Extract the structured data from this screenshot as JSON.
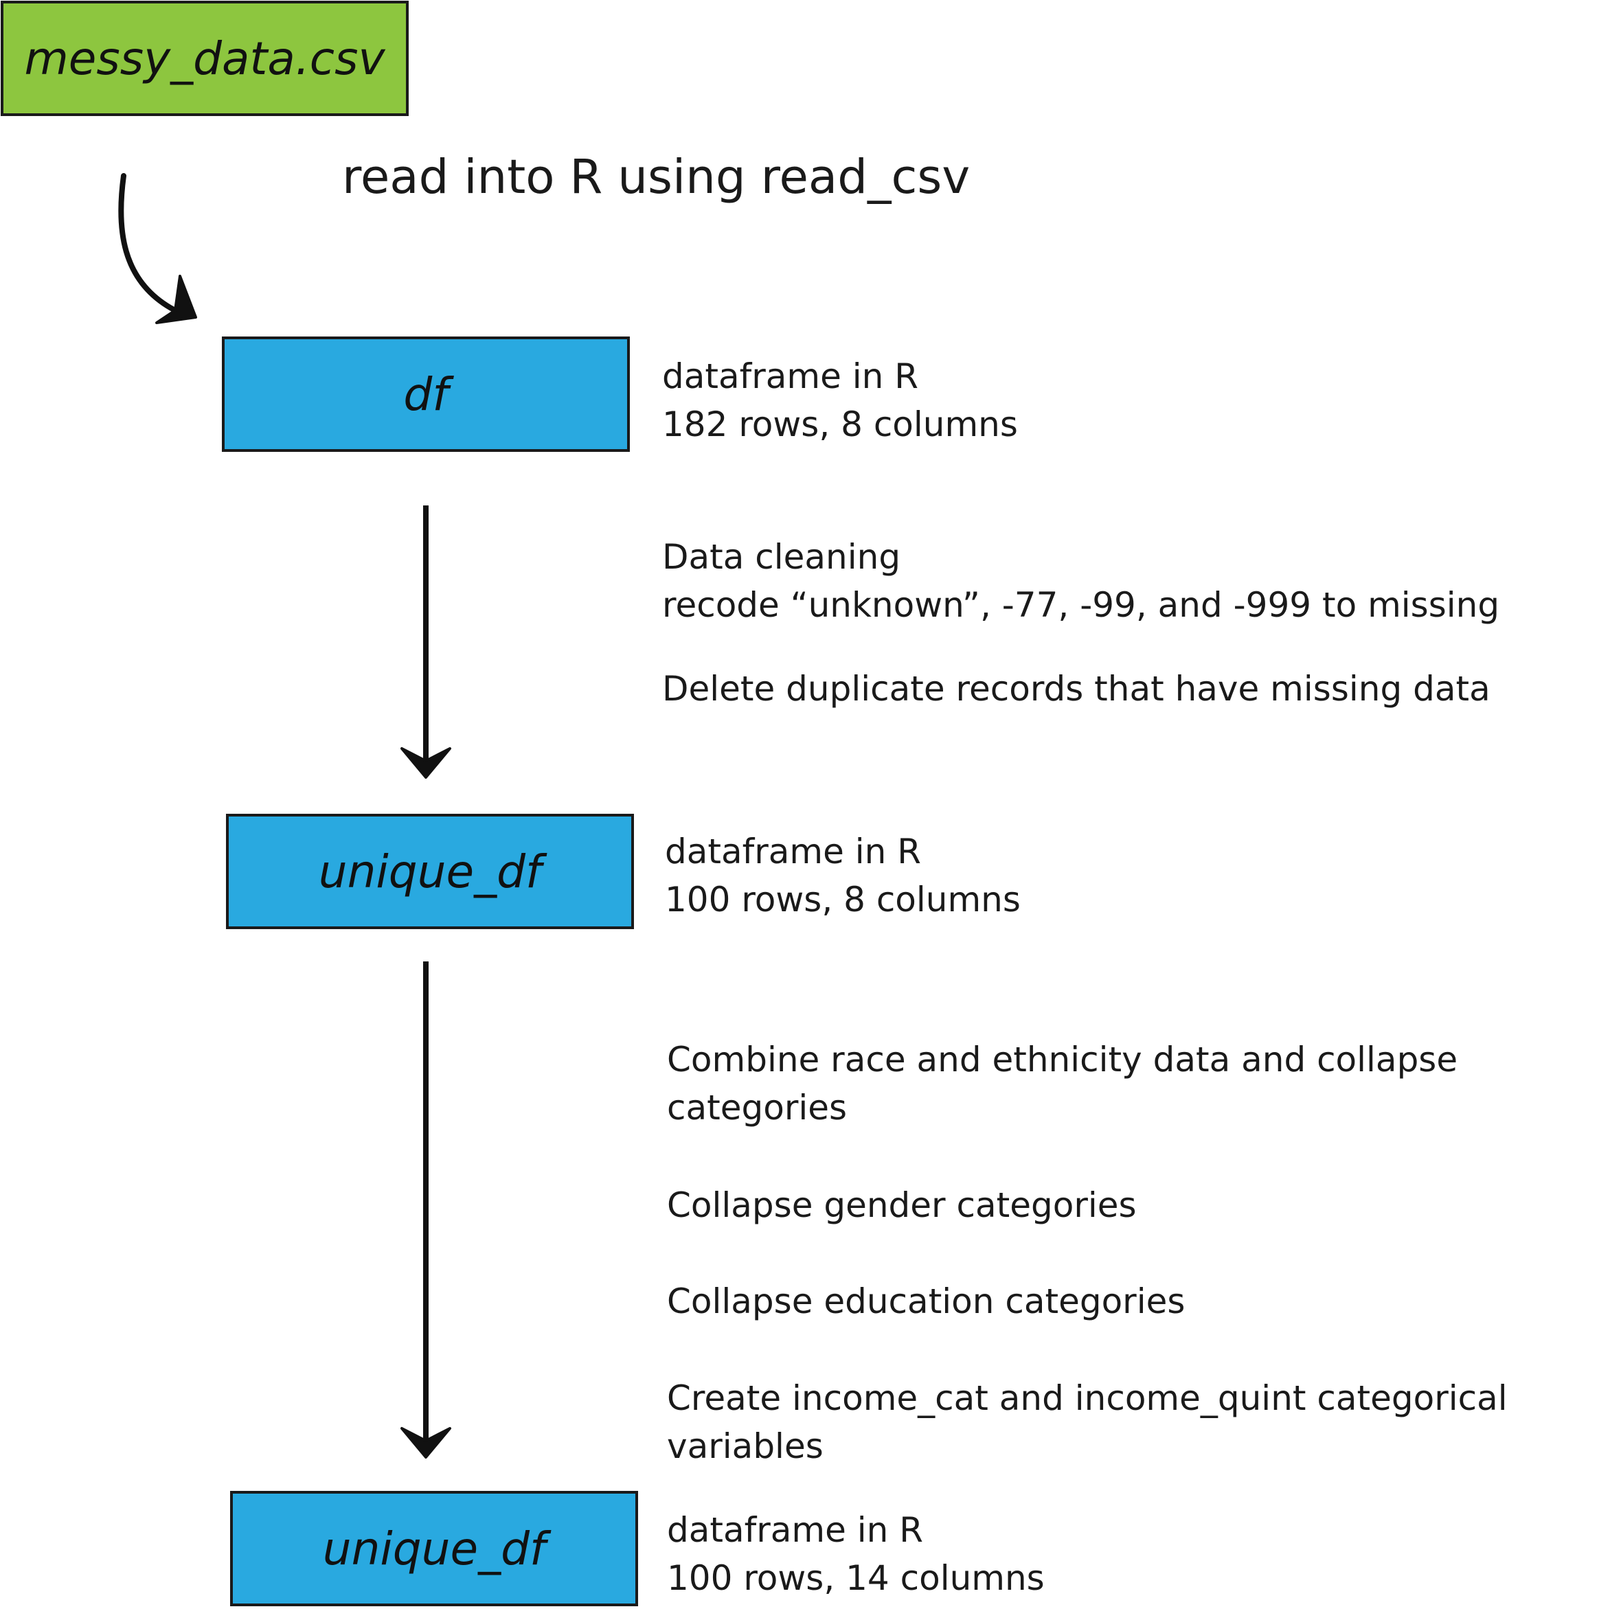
{
  "nodes": {
    "file": "messy_data.csv",
    "df": "df",
    "unique_df_1": "unique_df",
    "unique_df_2": "unique_df"
  },
  "read_step": "read into R using read_csv",
  "df_info": {
    "line1": "dataframe in R",
    "line2": "182 rows, 8 columns"
  },
  "cleaning": {
    "title": "Data cleaning",
    "recode": "recode “unknown”, -77, -99, and -999 to missing",
    "delete": "Delete duplicate records that have missing data"
  },
  "unique_info_1": {
    "line1": "dataframe in R",
    "line2": "100 rows, 8 columns"
  },
  "transforms": {
    "combine_line1": "Combine race and ethnicity data and collapse",
    "combine_line2": "categories",
    "gender": "Collapse gender categories",
    "education": "Collapse education categories",
    "income_line1": "Create income_cat and income_quint categorical",
    "income_line2": "variables"
  },
  "unique_info_2": {
    "line1": "dataframe in R",
    "line2": "100 rows, 14 columns"
  },
  "colors": {
    "file_box": "#8dc63f",
    "dataframe_box": "#29a9e0",
    "stroke": "#1a1a1a"
  }
}
